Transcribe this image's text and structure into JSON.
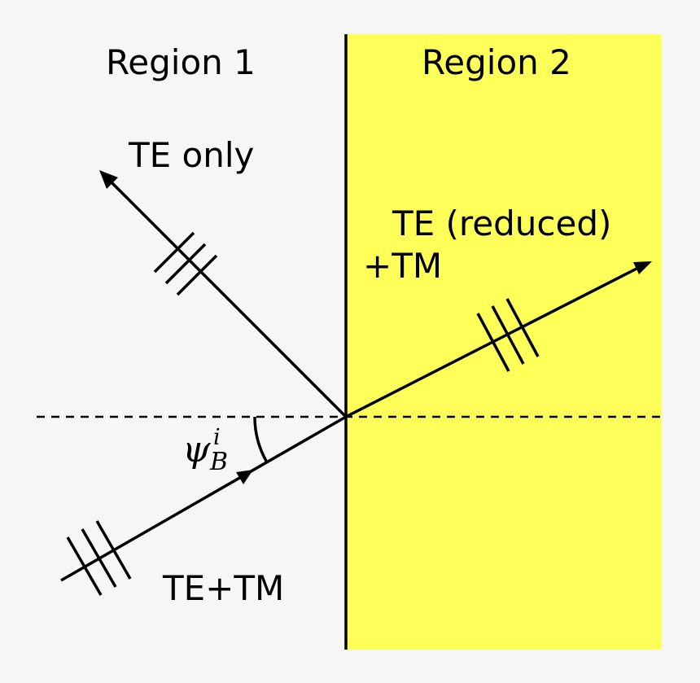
{
  "regions": {
    "left_label": "Region 1",
    "right_label": "Region 2",
    "right_fill": "#ffff5a",
    "background": "#f6f6f6"
  },
  "rays": {
    "reflected_label": "TE only",
    "transmitted_label_line1": "TE (reduced)",
    "transmitted_label_line2": "+TM",
    "incident_label": "TE+TM"
  },
  "angle": {
    "symbol": "ψ",
    "subscript": "B",
    "superscript": "i"
  }
}
